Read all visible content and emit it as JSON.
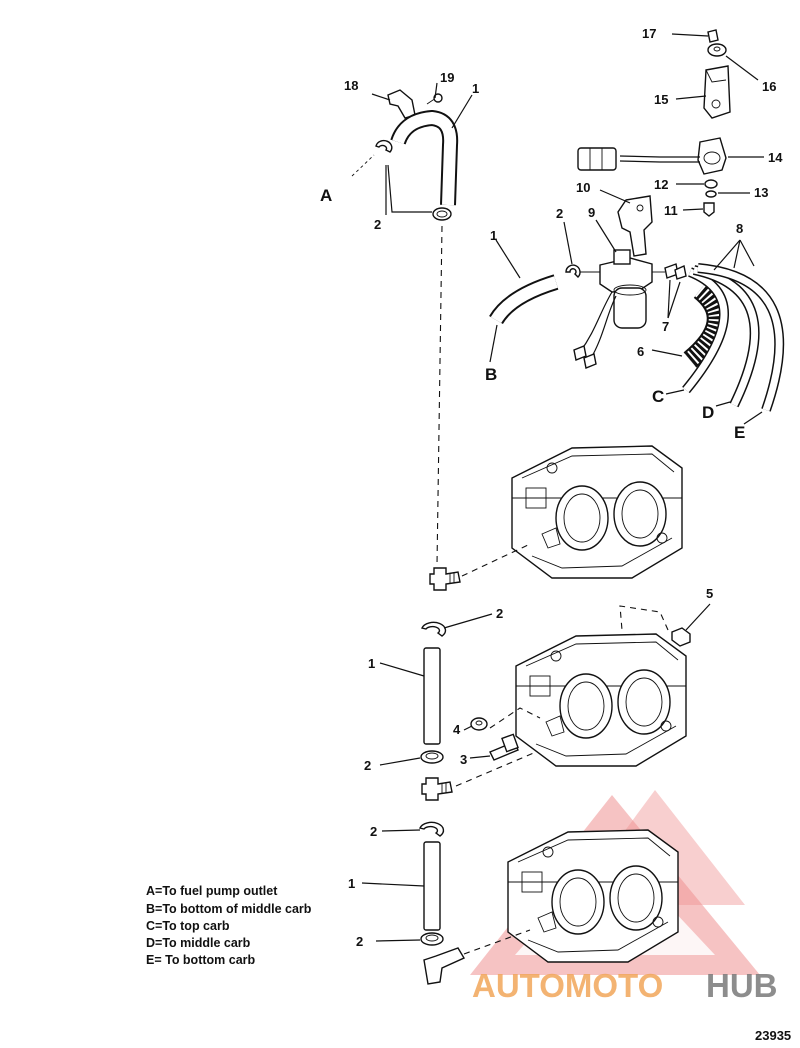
{
  "callouts": {
    "c17": "17",
    "c16": "16",
    "c15": "15",
    "c14": "14",
    "c18": "18",
    "c19": "19",
    "c1a": "1",
    "c12": "12",
    "c13": "13",
    "c10": "10",
    "c11": "11",
    "c2a": "2",
    "c9": "9",
    "c8": "8",
    "c2b": "2",
    "c1b": "1",
    "c7": "7",
    "c6": "6",
    "c2c": "2",
    "c5": "5",
    "c1c": "1",
    "c4": "4",
    "c3": "3",
    "c2d": "2",
    "c2e": "2",
    "c1d": "1",
    "c2f": "2"
  },
  "letters": {
    "A": "A",
    "B": "B",
    "C": "C",
    "D": "D",
    "E": "E"
  },
  "legend": [
    "A=To fuel pump outlet",
    "B=To bottom of middle carb",
    "C=To top carb",
    "D=To middle carb",
    "E= To bottom carb"
  ],
  "figure_number": "23935",
  "watermark": {
    "part1": "AUTOMOTO",
    "part2": "HUB",
    "color1": "#f2a65a",
    "color2": "#7a7a7a",
    "triangle_color": "#e23b3b"
  }
}
